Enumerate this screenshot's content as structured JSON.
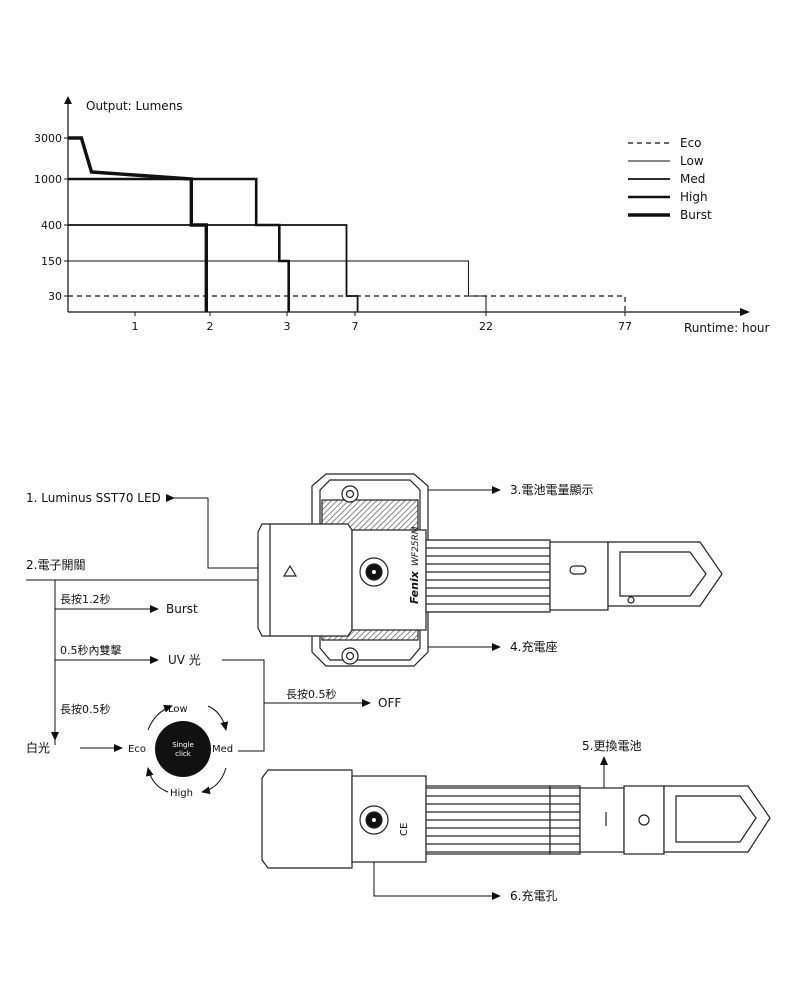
{
  "chart_data": {
    "type": "line",
    "ylabel": "Output: Lumens",
    "xlabel": "Runtime: hour",
    "y_scale": "categorical-log",
    "y_ticks": [
      "30",
      "150",
      "400",
      "1000",
      "3000"
    ],
    "x_ticks": [
      "1",
      "2",
      "3",
      "7",
      "22",
      "77"
    ],
    "legend_position": "top-right",
    "series": [
      {
        "name": "Eco",
        "style": "dashed",
        "points": [
          [
            0,
            30
          ],
          [
            77,
            30
          ],
          [
            77,
            0
          ]
        ]
      },
      {
        "name": "Low",
        "style": "thin",
        "points": [
          [
            0,
            150
          ],
          [
            20,
            150
          ],
          [
            20,
            30
          ],
          [
            22,
            30
          ],
          [
            22,
            0
          ]
        ]
      },
      {
        "name": "Med",
        "style": "medium",
        "points": [
          [
            0,
            400
          ],
          [
            6.5,
            400
          ],
          [
            6.5,
            30
          ],
          [
            7.3,
            30
          ],
          [
            7.3,
            0
          ]
        ]
      },
      {
        "name": "High",
        "style": "thick",
        "points": [
          [
            0,
            1000
          ],
          [
            2.6,
            1000
          ],
          [
            2.6,
            400
          ],
          [
            2.9,
            400
          ],
          [
            2.9,
            150
          ],
          [
            3.1,
            150
          ],
          [
            3.1,
            0
          ]
        ]
      },
      {
        "name": "Burst",
        "style": "thickest",
        "points": [
          [
            0,
            3000
          ],
          [
            0.2,
            3000
          ],
          [
            0.35,
            1100
          ],
          [
            1.75,
            1000
          ],
          [
            1.75,
            400
          ],
          [
            1.95,
            400
          ],
          [
            1.95,
            0
          ]
        ]
      }
    ]
  },
  "diagram": {
    "parts": {
      "led": "1. Luminus SST70 LED",
      "switch": "2.電子開關",
      "battery_indicator": "3.電池電量顯示",
      "charging_base": "4.充電座",
      "replace_battery": "5.更換電池",
      "charging_port": "6.充電孔"
    },
    "ops": {
      "long_press_1_2": "長按1.2秒",
      "burst": "Burst",
      "double_click": "0.5秒內雙擊",
      "uv": "UV 光",
      "long_press_0_5_left": "長按0.5秒",
      "long_press_0_5_right": "長按0.5秒",
      "off": "OFF",
      "white": "白光",
      "eco": "Eco",
      "low": "Low",
      "med": "Med",
      "high": "High",
      "single_click_1": "Single",
      "single_click_2": "click"
    },
    "product_marks": {
      "brand": "Fenix",
      "model": "WF25RM",
      "ce": "CE"
    }
  }
}
